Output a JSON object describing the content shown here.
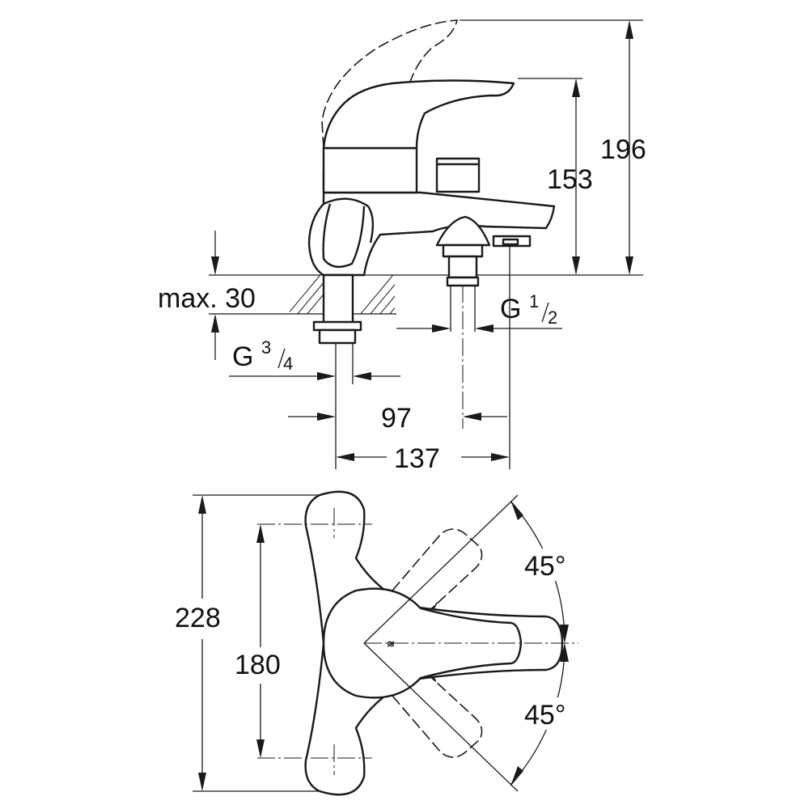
{
  "drawing": {
    "title": "Single-lever bath/shower mixer dimensional drawing",
    "side_view": {
      "height_total": "196",
      "height_spout": "153",
      "deck_thickness": "max. 30",
      "inlet_thread_prefix": "G",
      "inlet_thread_num": "3",
      "inlet_thread_den": "4",
      "outlet_thread_prefix": "G",
      "outlet_thread_num": "1",
      "outlet_thread_den": "2",
      "distance_inner": "97",
      "distance_outer": "137"
    },
    "top_view": {
      "length_outer": "228",
      "length_inner": "180",
      "angle_upper": "45°",
      "angle_lower": "45°"
    }
  }
}
